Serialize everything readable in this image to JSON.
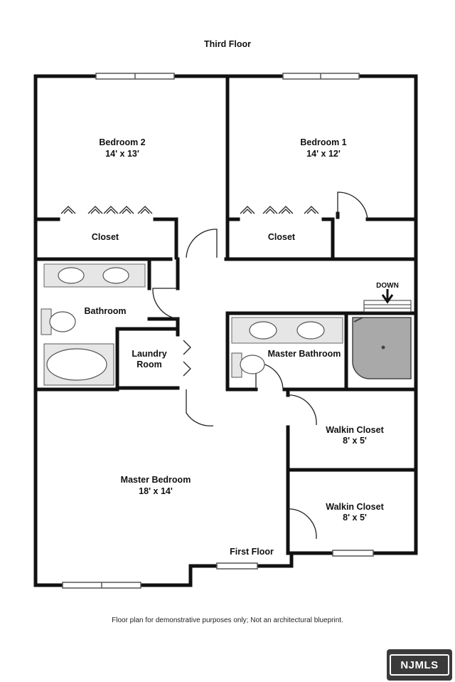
{
  "floor_title": "Third Floor",
  "rooms": {
    "bedroom2": {
      "name": "Bedroom 2",
      "size": "14' x 13'"
    },
    "bedroom1": {
      "name": "Bedroom 1",
      "size": "14' x 12'"
    },
    "closet_left": {
      "name": "Closet"
    },
    "closet_right": {
      "name": "Closet"
    },
    "bathroom": {
      "name": "Bathroom"
    },
    "laundry": {
      "line1": "Laundry",
      "line2": "Room"
    },
    "master_bathroom": {
      "name": "Master Bathroom"
    },
    "walkin_closet_1": {
      "name": "Walkin Closet",
      "size": "8' x 5'"
    },
    "walkin_closet_2": {
      "name": "Walkin Closet",
      "size": "8' x 5'"
    },
    "master_bedroom": {
      "name": "Master Bedroom",
      "size": "18' x 14'"
    }
  },
  "stairs_label": "DOWN",
  "first_floor_label": "First Floor",
  "disclaimer": "Floor plan for demonstrative purposes only; Not an architectural blueprint.",
  "logo_text": "NJMLS",
  "colors": {
    "wall": "#111111",
    "fixture": "#e6e6e6",
    "shower": "#a9a9a9"
  }
}
